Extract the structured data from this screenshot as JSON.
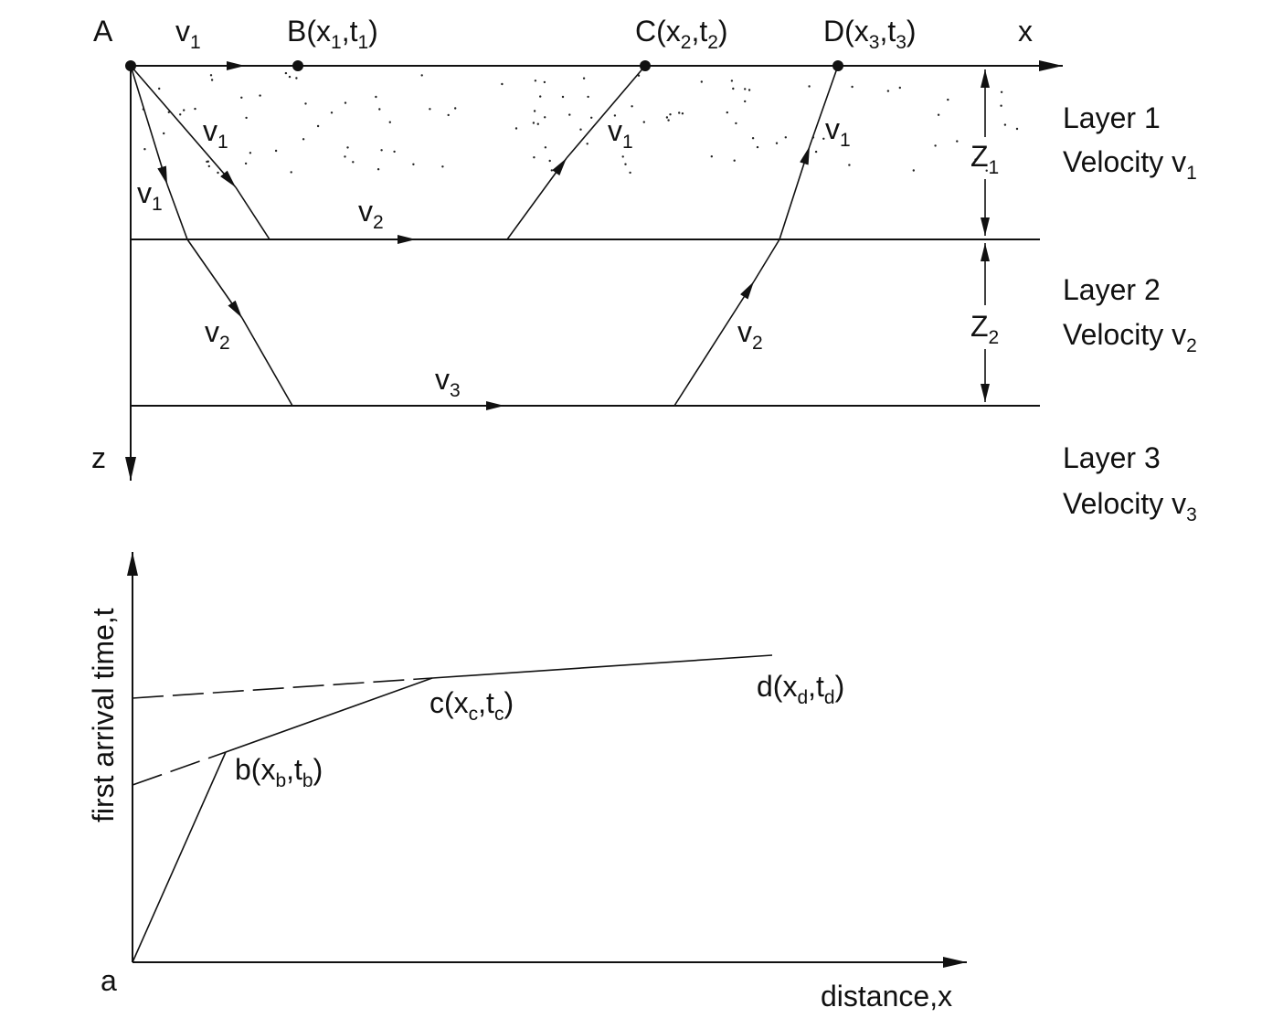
{
  "top": {
    "source": "A",
    "x_axis": "x",
    "z_axis": "z",
    "receivers": {
      "b": {
        "name": "B",
        "x": "x",
        "x_sub": "1",
        "t": "t",
        "t_sub": "1"
      },
      "c": {
        "name": "C",
        "x": "x",
        "x_sub": "2",
        "t": "t",
        "t_sub": "2"
      },
      "d": {
        "name": "D",
        "x": "x",
        "x_sub": "3",
        "t": "t",
        "t_sub": "3"
      }
    },
    "velocity_symbol": "v",
    "sub1": "1",
    "sub2": "2",
    "sub3": "3",
    "layers": [
      {
        "name": "Layer 1",
        "velocity_word": "Velocity",
        "v": "v",
        "sub": "1"
      },
      {
        "name": "Layer 2",
        "velocity_word": "Velocity",
        "v": "v",
        "sub": "2"
      },
      {
        "name": "Layer 3",
        "velocity_word": "Velocity",
        "v": "v",
        "sub": "3"
      }
    ],
    "thickness": [
      {
        "symbol": "Z",
        "sub": "1"
      },
      {
        "symbol": "Z",
        "sub": "2"
      }
    ]
  },
  "bottom": {
    "y_axis_label": "first arrival time,t",
    "x_axis_label": "distance,x",
    "origin": "a",
    "points": {
      "b": {
        "name": "b",
        "x": "x",
        "x_sub": "b",
        "t": "t",
        "t_sub": "b"
      },
      "c": {
        "name": "c",
        "x": "x",
        "x_sub": "c",
        "t": "t",
        "t_sub": "c"
      },
      "d": {
        "name": "d",
        "x": "x",
        "x_sub": "d",
        "t": "t",
        "t_sub": "d"
      }
    }
  }
}
